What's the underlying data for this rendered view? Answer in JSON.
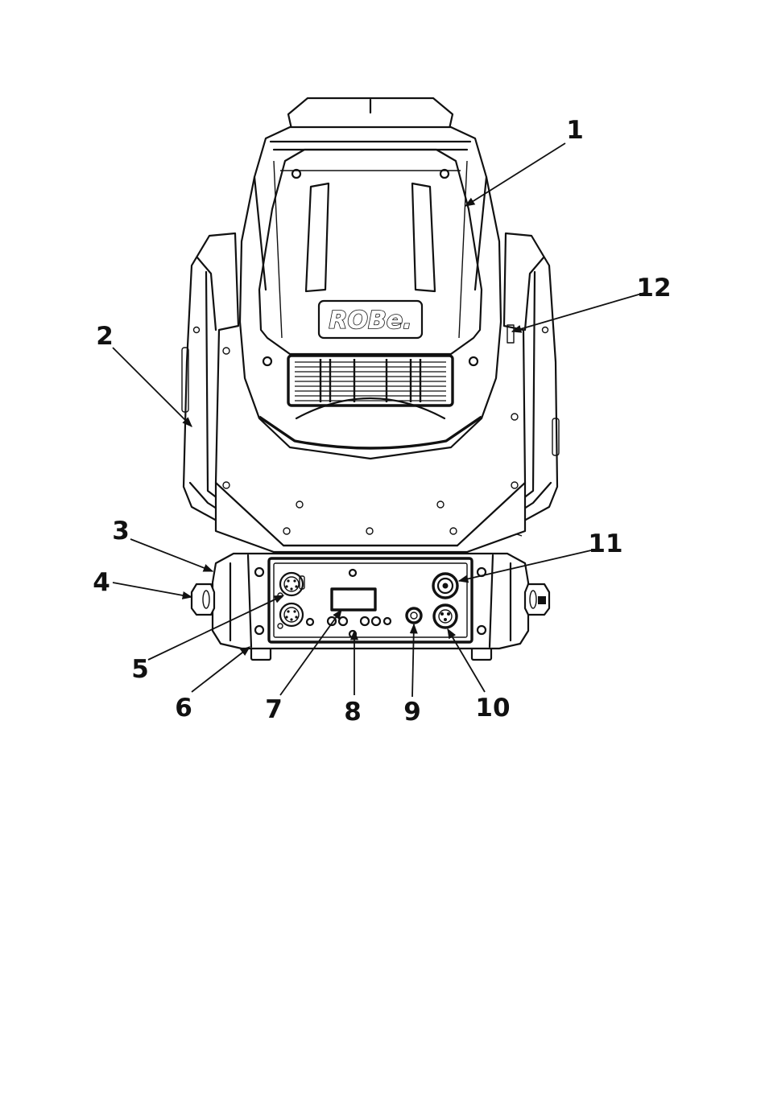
{
  "diagram": {
    "logo": "ROBe.",
    "callouts": [
      "1",
      "2",
      "3",
      "4",
      "5",
      "6",
      "7",
      "8",
      "9",
      "10",
      "11",
      "12"
    ]
  }
}
